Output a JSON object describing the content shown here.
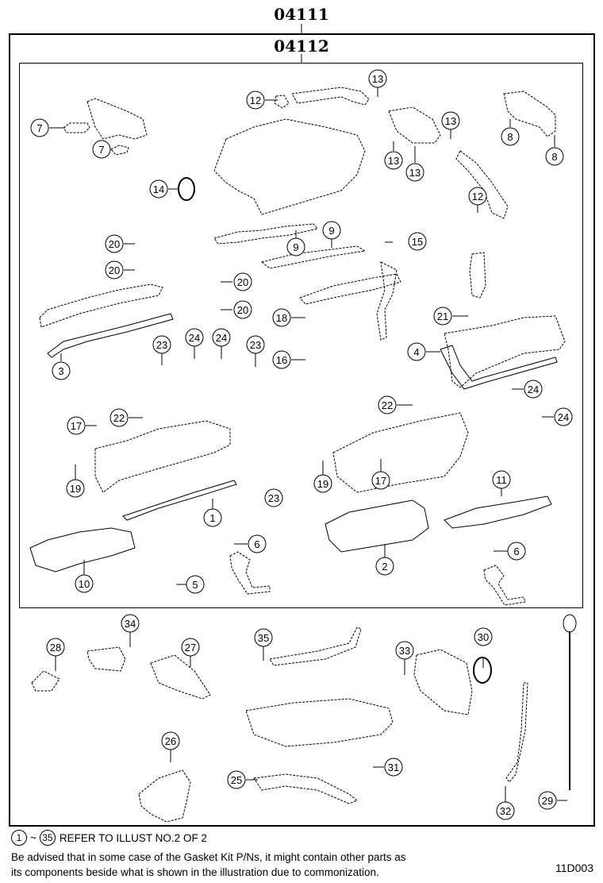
{
  "diagram": {
    "outer_code": "04111",
    "inner_code": "04112",
    "reference_code": "11D003",
    "callouts": [
      {
        "id": "c7a",
        "label": "7"
      },
      {
        "id": "c7b",
        "label": "7"
      },
      {
        "id": "c14",
        "label": "14"
      },
      {
        "id": "c12a",
        "label": "12"
      },
      {
        "id": "c13a",
        "label": "13"
      },
      {
        "id": "c13b",
        "label": "13"
      },
      {
        "id": "c13c",
        "label": "13"
      },
      {
        "id": "c13d",
        "label": "13"
      },
      {
        "id": "c12b",
        "label": "12"
      },
      {
        "id": "c8a",
        "label": "8"
      },
      {
        "id": "c8b",
        "label": "8"
      },
      {
        "id": "c20a",
        "label": "20"
      },
      {
        "id": "c20b",
        "label": "20"
      },
      {
        "id": "c20c",
        "label": "20"
      },
      {
        "id": "c20d",
        "label": "20"
      },
      {
        "id": "c9a",
        "label": "9"
      },
      {
        "id": "c9b",
        "label": "9"
      },
      {
        "id": "c15",
        "label": "15"
      },
      {
        "id": "c21",
        "label": "21"
      },
      {
        "id": "c18",
        "label": "18"
      },
      {
        "id": "c16",
        "label": "16"
      },
      {
        "id": "c3",
        "label": "3"
      },
      {
        "id": "c4",
        "label": "4"
      },
      {
        "id": "c23a",
        "label": "23"
      },
      {
        "id": "c24a",
        "label": "24"
      },
      {
        "id": "c24b",
        "label": "24"
      },
      {
        "id": "c23b",
        "label": "23"
      },
      {
        "id": "c24c",
        "label": "24"
      },
      {
        "id": "c24d",
        "label": "24"
      },
      {
        "id": "c17a",
        "label": "17"
      },
      {
        "id": "c22a",
        "label": "22"
      },
      {
        "id": "c22b",
        "label": "22"
      },
      {
        "id": "c19a",
        "label": "19"
      },
      {
        "id": "c19b",
        "label": "19"
      },
      {
        "id": "c17b",
        "label": "17"
      },
      {
        "id": "c11",
        "label": "11"
      },
      {
        "id": "c1",
        "label": "1"
      },
      {
        "id": "c23c",
        "label": "23"
      },
      {
        "id": "c2",
        "label": "2"
      },
      {
        "id": "c6a",
        "label": "6"
      },
      {
        "id": "c6b",
        "label": "6"
      },
      {
        "id": "c10",
        "label": "10"
      },
      {
        "id": "c5",
        "label": "5"
      },
      {
        "id": "c34",
        "label": "34"
      },
      {
        "id": "c28",
        "label": "28"
      },
      {
        "id": "c27",
        "label": "27"
      },
      {
        "id": "c35",
        "label": "35"
      },
      {
        "id": "c33",
        "label": "33"
      },
      {
        "id": "c30",
        "label": "30"
      },
      {
        "id": "c26",
        "label": "26"
      },
      {
        "id": "c25",
        "label": "25"
      },
      {
        "id": "c31",
        "label": "31"
      },
      {
        "id": "c32",
        "label": "32"
      },
      {
        "id": "c29",
        "label": "29"
      }
    ]
  },
  "notes": {
    "range_start": "1",
    "range_tilde": "~",
    "range_end": "35",
    "refer_text": "REFER TO ILLUST NO.2 OF 2",
    "advisory_line1": "Be advised that in some case of the Gasket Kit P/Ns,  it might contain other parts as",
    "advisory_line2": "its components beside what is shown in the illustration due to commonization."
  }
}
